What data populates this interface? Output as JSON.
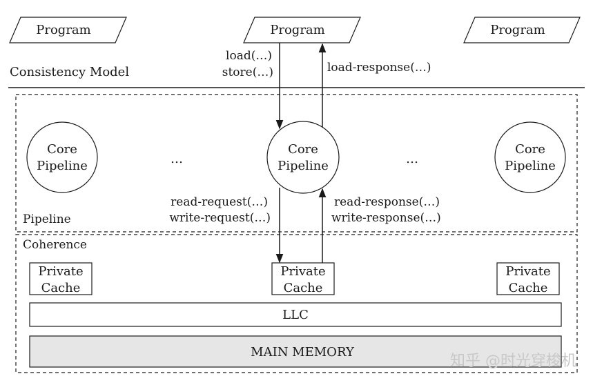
{
  "programs": [
    "Program",
    "Program",
    "Program"
  ],
  "layers": {
    "consistency": "Consistency Model",
    "pipeline": "Pipeline",
    "coherence": "Coherence"
  },
  "cores": [
    {
      "line1": "Core",
      "line2": "Pipeline"
    },
    {
      "line1": "Core",
      "line2": "Pipeline"
    },
    {
      "line1": "Core",
      "line2": "Pipeline"
    }
  ],
  "ellipses": [
    "…",
    "…"
  ],
  "ops": {
    "load": "load(…)",
    "store": "store(…)",
    "load_response": "load-response(…)",
    "read_request": "read-request(…)",
    "write_request": "write-request(…)",
    "read_response": "read-response(…)",
    "write_response": "write-response(…)"
  },
  "caches": [
    {
      "line1": "Private",
      "line2": "Cache"
    },
    {
      "line1": "Private",
      "line2": "Cache"
    },
    {
      "line1": "Private",
      "line2": "Cache"
    }
  ],
  "llc": "LLC",
  "main_memory": "MAIN MEMORY",
  "watermark": "知乎 @时光穿梭机",
  "colors": {
    "line": "#1a1a1a",
    "memory_fill": "#e6e6e6",
    "watermark": "#c8c8c8"
  }
}
